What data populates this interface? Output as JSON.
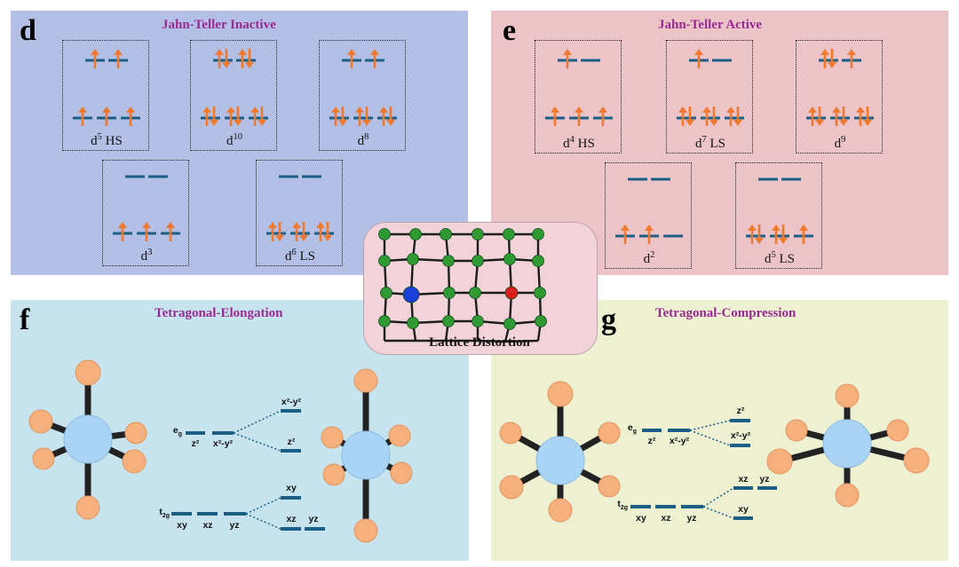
{
  "panels": {
    "d": {
      "letter": "d",
      "title": "Jahn-Teller Inactive",
      "configs": [
        {
          "d": "5",
          "spin": "HS",
          "eg": [
            "up",
            "up"
          ],
          "t2g": [
            "up",
            "up",
            "up"
          ]
        },
        {
          "d": "10",
          "spin": "",
          "eg": [
            "pair",
            "pair"
          ],
          "t2g": [
            "pair",
            "pair",
            "pair"
          ]
        },
        {
          "d": "8",
          "spin": "",
          "eg": [
            "up",
            "up"
          ],
          "t2g": [
            "pair",
            "pair",
            "pair"
          ]
        },
        {
          "d": "3",
          "spin": "",
          "eg": [
            "",
            ""
          ],
          "t2g": [
            "up",
            "up",
            "up"
          ]
        },
        {
          "d": "6",
          "spin": "LS",
          "eg": [
            "",
            ""
          ],
          "t2g": [
            "pair",
            "pair",
            "pair"
          ]
        }
      ]
    },
    "e": {
      "letter": "e",
      "title": "Jahn-Teller Active",
      "configs": [
        {
          "d": "4",
          "spin": "HS",
          "eg": [
            "up",
            ""
          ],
          "t2g": [
            "up",
            "up",
            "up"
          ]
        },
        {
          "d": "7",
          "spin": "LS",
          "eg": [
            "up",
            ""
          ],
          "t2g": [
            "pair",
            "pair",
            "pair"
          ]
        },
        {
          "d": "9",
          "spin": "",
          "eg": [
            "pair",
            "up"
          ],
          "t2g": [
            "pair",
            "pair",
            "pair"
          ]
        },
        {
          "d": "2",
          "spin": "",
          "eg": [
            "",
            ""
          ],
          "t2g": [
            "up",
            "up",
            ""
          ]
        },
        {
          "d": "5",
          "spin": "LS",
          "eg": [
            "",
            ""
          ],
          "t2g": [
            "pair",
            "pair",
            "up"
          ]
        }
      ]
    },
    "f": {
      "letter": "f",
      "title": "Tetragonal-Elongation",
      "eg_label": "e",
      "eg_sub": "g",
      "t2g_label": "t",
      "t2g_sub": "2g",
      "eg_orbitals": [
        "z²",
        "x²-y²"
      ],
      "t2g_orbitals": [
        "xy",
        "xz",
        "yz"
      ],
      "eg_split": [
        "x²-y²",
        "z²"
      ],
      "t2g_split_top": [
        "xy"
      ],
      "t2g_split_bottom": [
        "xz",
        "yz"
      ]
    },
    "g": {
      "letter": "g",
      "title": "Tetragonal-Compression",
      "eg_label": "e",
      "eg_sub": "g",
      "t2g_label": "t",
      "t2g_sub": "2g",
      "eg_orbitals": [
        "z²",
        "x²-y²"
      ],
      "t2g_orbitals": [
        "xy",
        "xz",
        "yz"
      ],
      "eg_split": [
        "z²",
        "x²-y²"
      ],
      "t2g_split_top": [
        "xz",
        "yz"
      ],
      "t2g_split_bottom": [
        "xy"
      ]
    }
  },
  "center": {
    "title": "Lattice Distortion"
  },
  "colors": {
    "level": "#1b5f86",
    "electron": "#ef7a2f",
    "ligand": "#f6b07d",
    "metal": "#a9d4f5",
    "bond": "#222222",
    "lattice_atom": "#2f9a34",
    "dopant_blue": "#1a3fd6",
    "dopant_red": "#d81e1e",
    "title": "#9a2a93"
  }
}
